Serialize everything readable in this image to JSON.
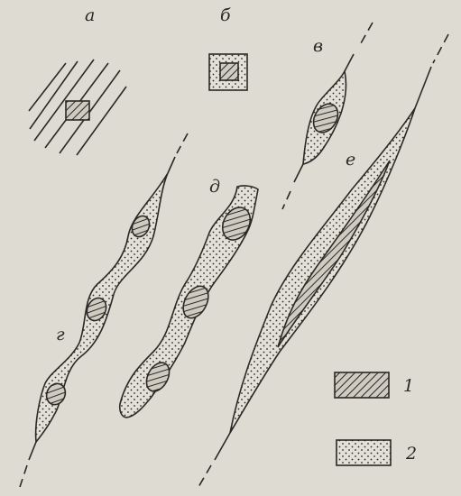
{
  "figure": {
    "panel_labels": {
      "a": "а",
      "b": "б",
      "v": "в",
      "g": "г",
      "d": "д",
      "e": "е"
    },
    "legend": [
      {
        "number": "1",
        "pattern": "hatched"
      },
      {
        "number": "2",
        "pattern": "dotted"
      }
    ]
  }
}
